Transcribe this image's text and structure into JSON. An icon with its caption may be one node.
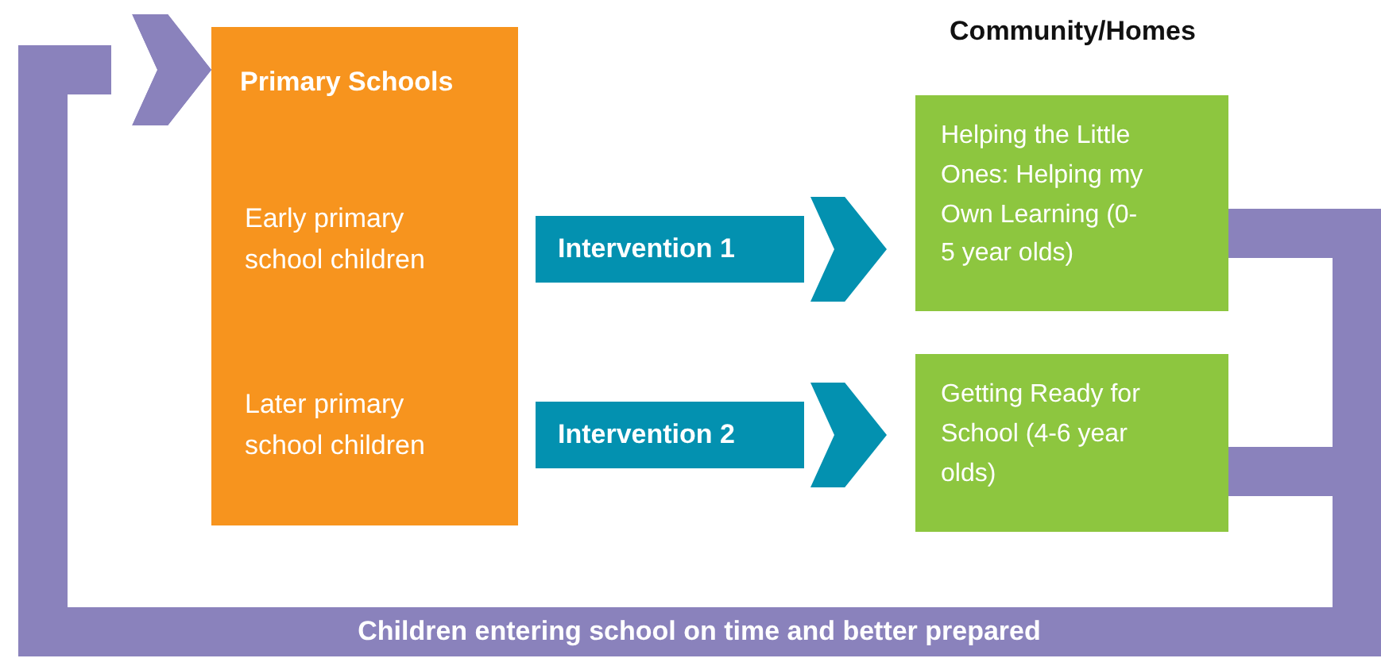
{
  "diagram": {
    "nodes": [
      {
        "text": [
          "Primary Schools"
        ]
      },
      {
        "text": [
          "Early primary school children"
        ],
        "in": 0
      },
      {
        "text": [
          "Later primary school children"
        ],
        "in": 0
      },
      {
        "text": [
          "Intervention 1"
        ]
      },
      {
        "text": [
          "Helping the Little Ones: Helping my Own Learning (0-5 year olds)"
        ]
      },
      {
        "text": [
          "Intervention 2"
        ]
      },
      {
        "text": [
          "Getting Ready for School (4-6 year olds)"
        ]
      }
    ],
    "edges": [
      {
        "from": 3,
        "to": 4,
        "arrow": "to",
        "color": "#0391b0"
      },
      {
        "from": 5,
        "to": 6,
        "arrow": "to",
        "color": "#0391b0"
      },
      {
        "from": 4,
        "to": 0,
        "arrow": "to",
        "color": "#8a82bc",
        "label": "Children entering school on time and better prepared"
      },
      {
        "from": 6,
        "to": 0,
        "arrow": "to",
        "color": "#8a82bc"
      }
    ],
    "labels": [
      "Community/Homes"
    ]
  }
}
